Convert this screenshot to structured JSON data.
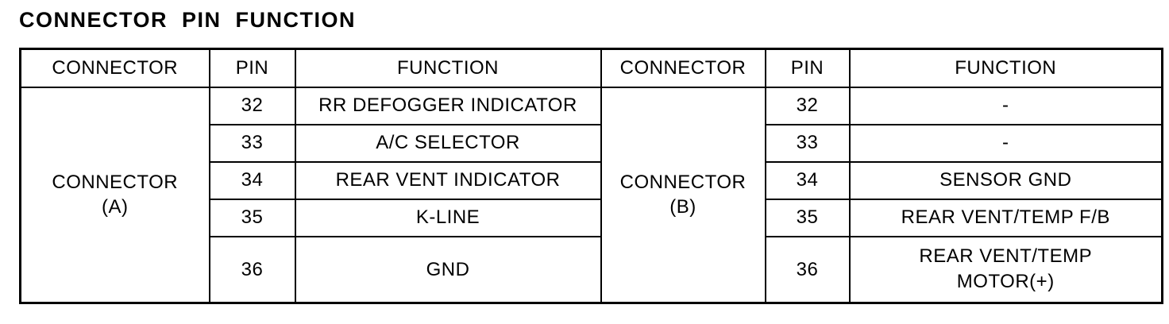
{
  "colors": {
    "ink": "#000000",
    "background": "#ffffff"
  },
  "page_title": "CONNECTOR PIN FUNCTION",
  "table": {
    "headers": [
      "CONNECTOR",
      "PIN",
      "FUNCTION",
      "CONNECTOR",
      "PIN",
      "FUNCTION"
    ],
    "left_connector": {
      "name": "CONNECTOR",
      "designation": "(A)"
    },
    "right_connector": {
      "name": "CONNECTOR",
      "designation": "(B)"
    },
    "left_rows": [
      {
        "pin": "32",
        "function": "RR DEFOGGER INDICATOR"
      },
      {
        "pin": "33",
        "function": "A/C SELECTOR"
      },
      {
        "pin": "34",
        "function": "REAR VENT INDICATOR"
      },
      {
        "pin": "35",
        "function": "K-LINE"
      },
      {
        "pin": "36",
        "function": "GND"
      }
    ],
    "right_rows": [
      {
        "pin": "32",
        "function": "-"
      },
      {
        "pin": "33",
        "function": "-"
      },
      {
        "pin": "34",
        "function": "SENSOR GND"
      },
      {
        "pin": "35",
        "function": "REAR VENT/TEMP F/B"
      },
      {
        "pin": "36",
        "function": "REAR VENT/TEMP MOTOR(+)"
      }
    ]
  }
}
